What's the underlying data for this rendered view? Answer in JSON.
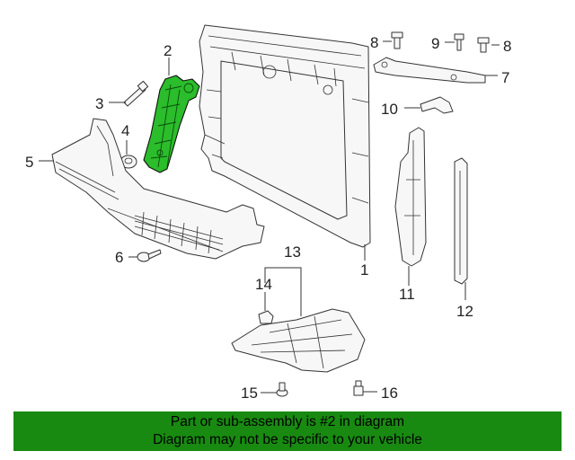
{
  "callouts": {
    "c1": "1",
    "c2": "2",
    "c3": "3",
    "c4": "4",
    "c5": "5",
    "c6": "6",
    "c7": "7",
    "c8a": "8",
    "c8b": "8",
    "c9": "9",
    "c10": "10",
    "c11": "11",
    "c12": "12",
    "c13": "13",
    "c14": "14",
    "c15": "15",
    "c16": "16"
  },
  "highlight_color": "#2bbd2b",
  "banner": {
    "line1": "Part or sub-assembly is #2 in diagram",
    "line2": "Diagram may not be specific to your vehicle",
    "background": "#188a11"
  }
}
